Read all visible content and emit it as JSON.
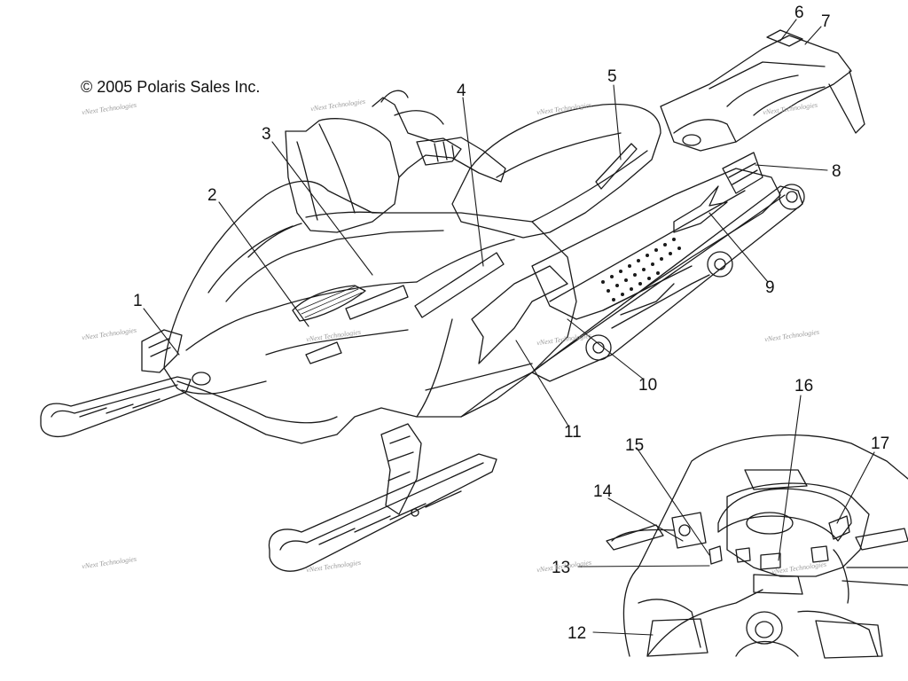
{
  "copyright": "© 2005 Polaris Sales Inc.",
  "watermark": "vNext Technologies",
  "callouts": [
    "1",
    "2",
    "3",
    "4",
    "5",
    "6",
    "7",
    "8",
    "9",
    "10",
    "11",
    "12",
    "13",
    "14",
    "15",
    "16",
    "17"
  ],
  "colors": {
    "line": "#1a1a1a",
    "background": "#ffffff",
    "watermark": "#9a9a9a"
  }
}
